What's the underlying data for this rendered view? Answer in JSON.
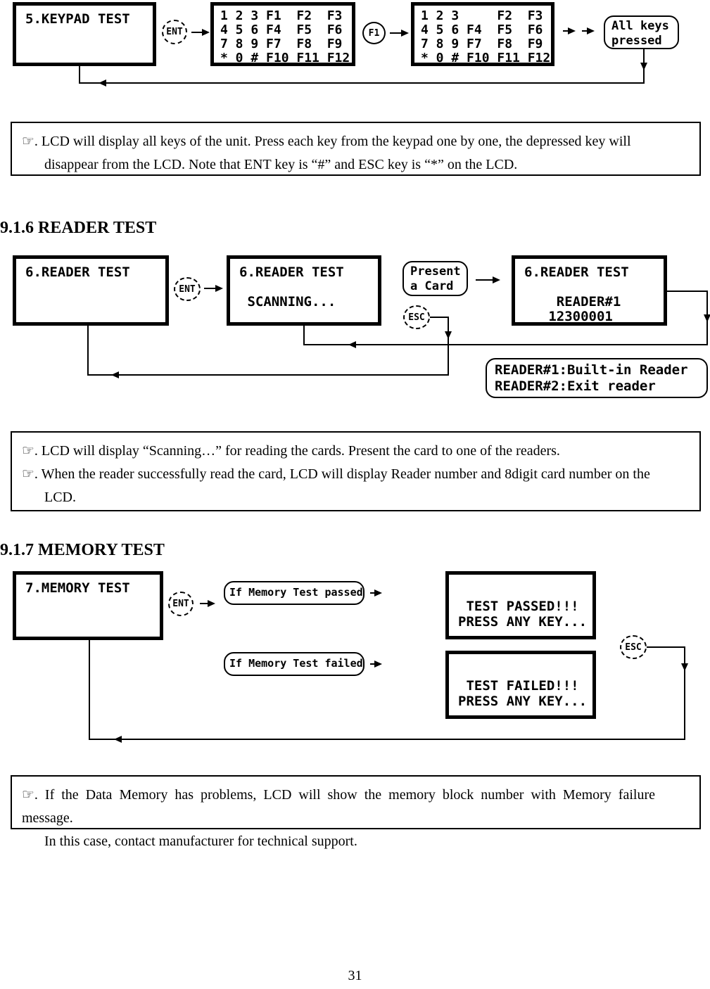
{
  "page_number": "31",
  "keypad_test": {
    "menu_screen": [
      "5.KEYPAD TEST"
    ],
    "ent_key": "ENT",
    "keypad_screen_full": [
      "1 2 3 F1  F2  F3",
      "4 5 6 F4  F5  F6",
      "7 8 9 F7  F8  F9",
      "* 0 # F10 F11 F12"
    ],
    "f1_key": "F1",
    "keypad_screen_f1_pressed": [
      "1 2 3     F2  F3",
      "4 5 6 F4  F5  F6",
      "7 8 9 F7  F8  F9",
      "* 0 # F10 F11 F12"
    ],
    "result_bubble": [
      "All keys",
      "pressed"
    ],
    "note": [
      "☞. LCD will display all keys of the unit. Press each key from the keypad one by one, the depressed key will",
      "disappear from the LCD. Note that ENT key is “#” and ESC key is “*” on the LCD."
    ]
  },
  "reader_test": {
    "heading": "9.1.6 READER TEST",
    "menu_screen": [
      "6.READER TEST"
    ],
    "ent_key": "ENT",
    "scanning_screen": [
      "6.READER TEST",
      "",
      " SCANNING..."
    ],
    "present_bubble": [
      "Present",
      "a Card"
    ],
    "esc_key": "ESC",
    "result_screen": [
      "6.READER TEST",
      "",
      "    READER#1",
      "   12300001"
    ],
    "readers_bubble": [
      "READER#1:Built-in Reader",
      "READER#2:Exit reader"
    ],
    "note": [
      "☞. LCD will display “Scanning…” for reading the cards. Present the card to one of the readers.",
      "☞. When the reader successfully read the card, LCD will display Reader number and 8digit card number on the",
      "LCD."
    ]
  },
  "memory_test": {
    "heading": "9.1.7 MEMORY TEST",
    "menu_screen": [
      "7.MEMORY TEST"
    ],
    "ent_key": "ENT",
    "passed_condition": "If Memory Test passed",
    "passed_screen": [
      "",
      " TEST PASSED!!!",
      "PRESS ANY KEY..."
    ],
    "failed_condition": "If Memory Test failed",
    "failed_screen": [
      "",
      " TEST FAILED!!!",
      "PRESS ANY KEY..."
    ],
    "esc_key": "ESC",
    "note": [
      "☞. If the Data Memory has problems, LCD will show the memory block number with Memory failure message.",
      "In this case, contact manufacturer for technical support."
    ]
  }
}
